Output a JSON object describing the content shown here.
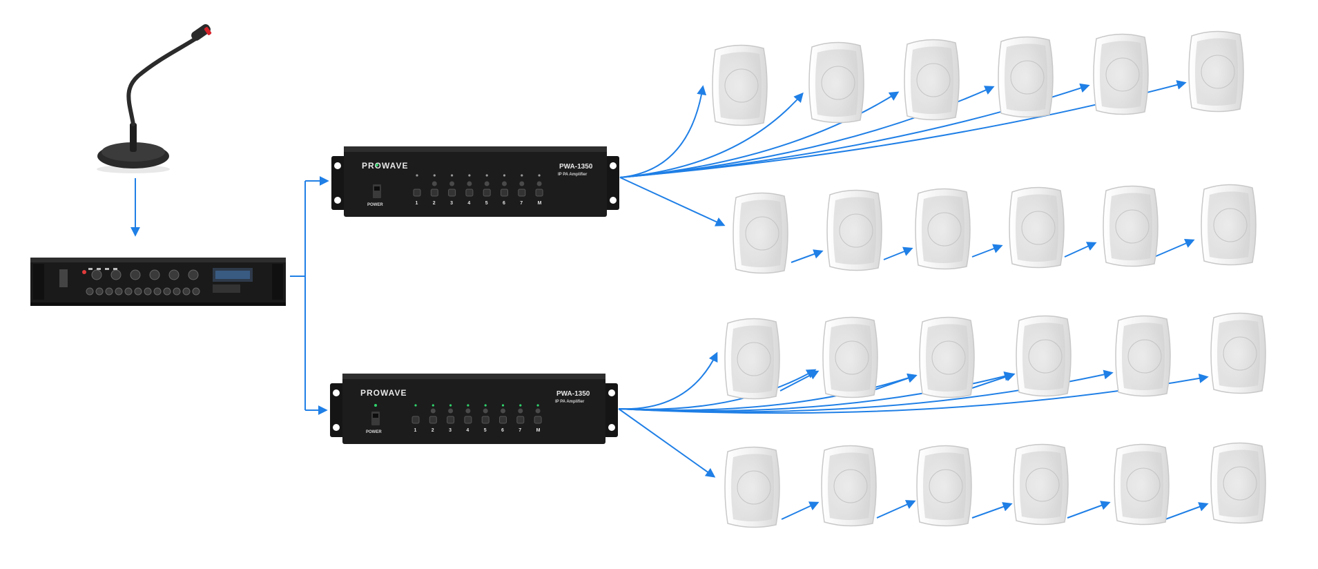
{
  "colors": {
    "arrow": "#1f7fe6",
    "rack_body": "#1b1b1b",
    "rack_face": "#222222",
    "speaker_body": "#f1f1f1",
    "speaker_grille": "#d7d7d7",
    "led_green": "#2fd36b",
    "led_red": "#e23b3b"
  },
  "microphone": {
    "icon": "gooseneck-microphone-icon"
  },
  "mixer": {
    "icon": "mixer-amplifier-icon"
  },
  "amplifiers": [
    {
      "brand": "PROWAVE",
      "model": "PWA-1350",
      "subtitle": "IP PA Amplifier",
      "power_label": "POWER",
      "channels": [
        "1",
        "2",
        "3",
        "4",
        "5",
        "6",
        "7",
        "M"
      ]
    },
    {
      "brand": "PROWAVE",
      "model": "PWA-1350",
      "subtitle": "IP PA Amplifier",
      "power_label": "POWER",
      "channels": [
        "1",
        "2",
        "3",
        "4",
        "5",
        "6",
        "7",
        "M"
      ]
    }
  ],
  "speaker_rows": [
    {
      "count": 6,
      "icon": "wall-speaker-icon"
    },
    {
      "count": 6,
      "icon": "wall-speaker-icon"
    },
    {
      "count": 6,
      "icon": "wall-speaker-icon"
    },
    {
      "count": 6,
      "icon": "wall-speaker-icon"
    }
  ]
}
